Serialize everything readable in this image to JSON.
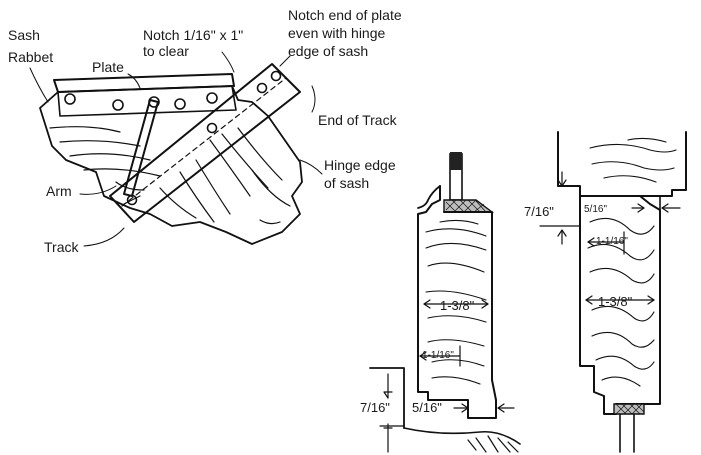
{
  "labels": {
    "sash_rabbet_1": "Sash",
    "sash_rabbet_2": "Rabbet",
    "plate": "Plate",
    "notch_clear_1": "Notch 1/16\" x 1\"",
    "notch_clear_2": "to clear",
    "notch_end_1": "Notch end of plate",
    "notch_end_2": "even with hinge",
    "notch_end_3": "edge of sash",
    "end_of_track": "End of Track",
    "hinge_edge_1": "Hinge edge",
    "hinge_edge_2": "of sash",
    "arm": "Arm",
    "track": "Track"
  },
  "left_section": {
    "width": "1-3/8\"",
    "inner": "1-1/16\"",
    "rabbet_depth": "7/16\"",
    "rabbet_width": "5/16\""
  },
  "right_section": {
    "rabbet_depth": "7/16\"",
    "rabbet_width": "5/16\"",
    "inner": "1-1/16\"",
    "width": "1-3/8\""
  }
}
